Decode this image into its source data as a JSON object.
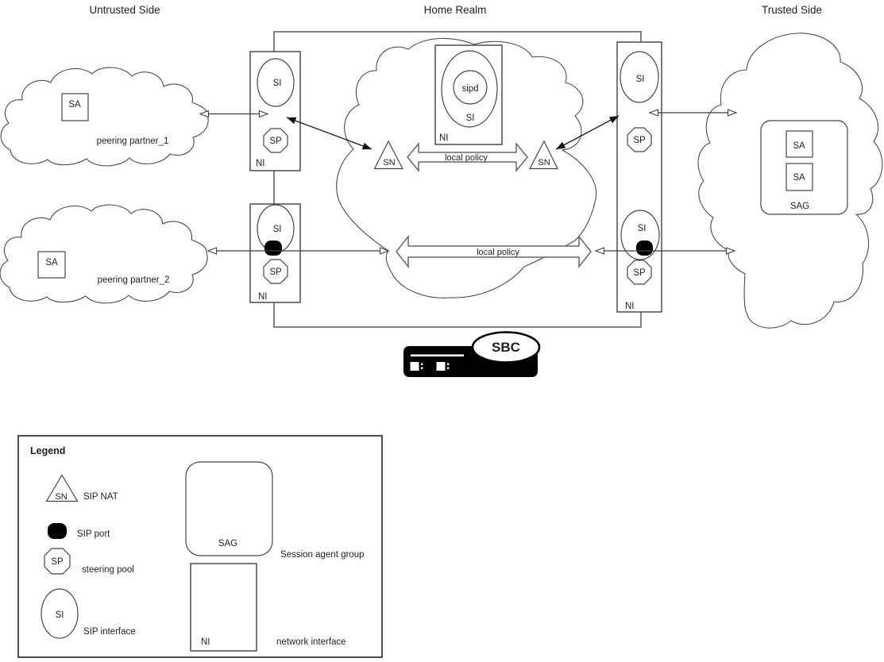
{
  "sections": {
    "untrusted": "Untrusted Side",
    "home": "Home Realm",
    "trusted": "Trusted Side"
  },
  "clouds": {
    "peering1": {
      "label": "peering partner_1",
      "sa": "SA"
    },
    "peering2": {
      "label": "peering partner_2",
      "sa": "SA"
    },
    "trusted": {
      "sa_top": "SA",
      "sa_bottom": "SA",
      "sag": "SAG"
    }
  },
  "home": {
    "ni": "NI",
    "sipd": "sipd",
    "si": "SI",
    "sn_left": "SN",
    "sn_right": "SN",
    "local_policy_top": "local policy",
    "local_policy_bottom": "local policy"
  },
  "ni_left_top": {
    "si": "SI",
    "sp": "SP",
    "ni": "NI"
  },
  "ni_left_bottom": {
    "si": "SI",
    "sp": "SP",
    "ni": "NI"
  },
  "ni_right": {
    "si_top": "SI",
    "sp_top": "SP",
    "si_bottom": "SI",
    "sp_bottom": "SP",
    "ni": "NI"
  },
  "sbc": {
    "label": "SBC"
  },
  "legend": {
    "title": "Legend",
    "items": [
      {
        "key": "SN",
        "label": "SIP NAT"
      },
      {
        "key": "",
        "label": "SIP port"
      },
      {
        "key": "SP",
        "label": "steering pool"
      },
      {
        "key": "SI",
        "label": "SIP interface"
      },
      {
        "key": "SAG",
        "label": "Session agent group"
      },
      {
        "key": "NI",
        "label": "network interface"
      }
    ]
  },
  "colors": {
    "shape_stroke": "#454545",
    "frame_stroke": "#757575",
    "arrow_outline": "#666666",
    "device_black": "#000000",
    "text": "#1f1f1f",
    "background": "#ffffff"
  }
}
